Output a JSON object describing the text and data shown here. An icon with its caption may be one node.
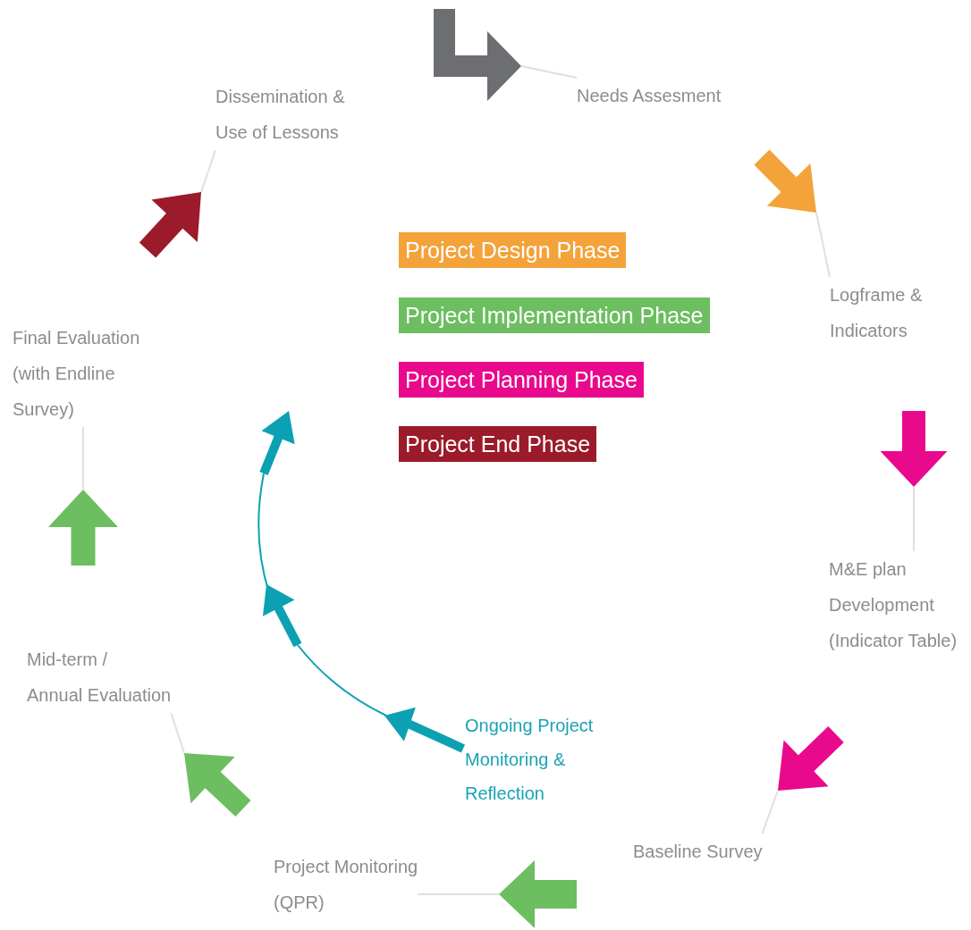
{
  "diagram": {
    "nodes": [
      {
        "text": [
          "Needs Assesment"
        ]
      },
      {
        "text": [
          "Logframe & Indicators"
        ]
      },
      {
        "text": [
          "M&E plan Development (Indicator Table)"
        ]
      },
      {
        "text": [
          "Baseline Survey"
        ]
      },
      {
        "text": [
          "Project Monitoring (QPR)"
        ]
      },
      {
        "text": [
          "Mid-term / Annual Evaluation"
        ]
      },
      {
        "text": [
          "Final Evaluation (with Endline Survey)"
        ]
      },
      {
        "text": [
          "Dissemination & Use of Lessons"
        ]
      },
      {
        "text": [
          "Ongoing Project Monitoring & Reflection"
        ]
      },
      {
        "text": [],
        "shape": "arrow"
      },
      {
        "text": [],
        "shape": "arrow"
      },
      {
        "text": [],
        "shape": "arrow"
      },
      {
        "text": [],
        "shape": "arrow"
      },
      {
        "text": [],
        "shape": "arrow"
      },
      {
        "text": [],
        "shape": "arrow"
      },
      {
        "text": [],
        "shape": "arrow"
      },
      {
        "text": [],
        "shape": "arrow"
      }
    ],
    "edges": [
      {
        "from": 9,
        "to": 0,
        "arrow": "none"
      },
      {
        "from": 10,
        "to": 1,
        "arrow": "none"
      },
      {
        "from": 11,
        "to": 7,
        "arrow": "none"
      },
      {
        "from": 12,
        "to": 2,
        "arrow": "none"
      },
      {
        "from": 13,
        "to": 6,
        "arrow": "none"
      },
      {
        "from": 14,
        "to": 3,
        "arrow": "none"
      },
      {
        "from": 15,
        "to": 5,
        "arrow": "none"
      },
      {
        "from": 16,
        "to": 4,
        "arrow": "none"
      },
      {
        "from": 8,
        "to": null,
        "arrow": "to",
        "color": "#0ba1b3"
      }
    ],
    "legend": [
      {
        "text": "Project Design Phase",
        "color": "#f4a23a"
      },
      {
        "text": "Project Implementation Phase",
        "color": "#6cbe60"
      },
      {
        "text": "Project Planning Phase",
        "color": "#e9098c"
      },
      {
        "text": "Project End Phase",
        "color": "#9b1b2b"
      }
    ]
  }
}
